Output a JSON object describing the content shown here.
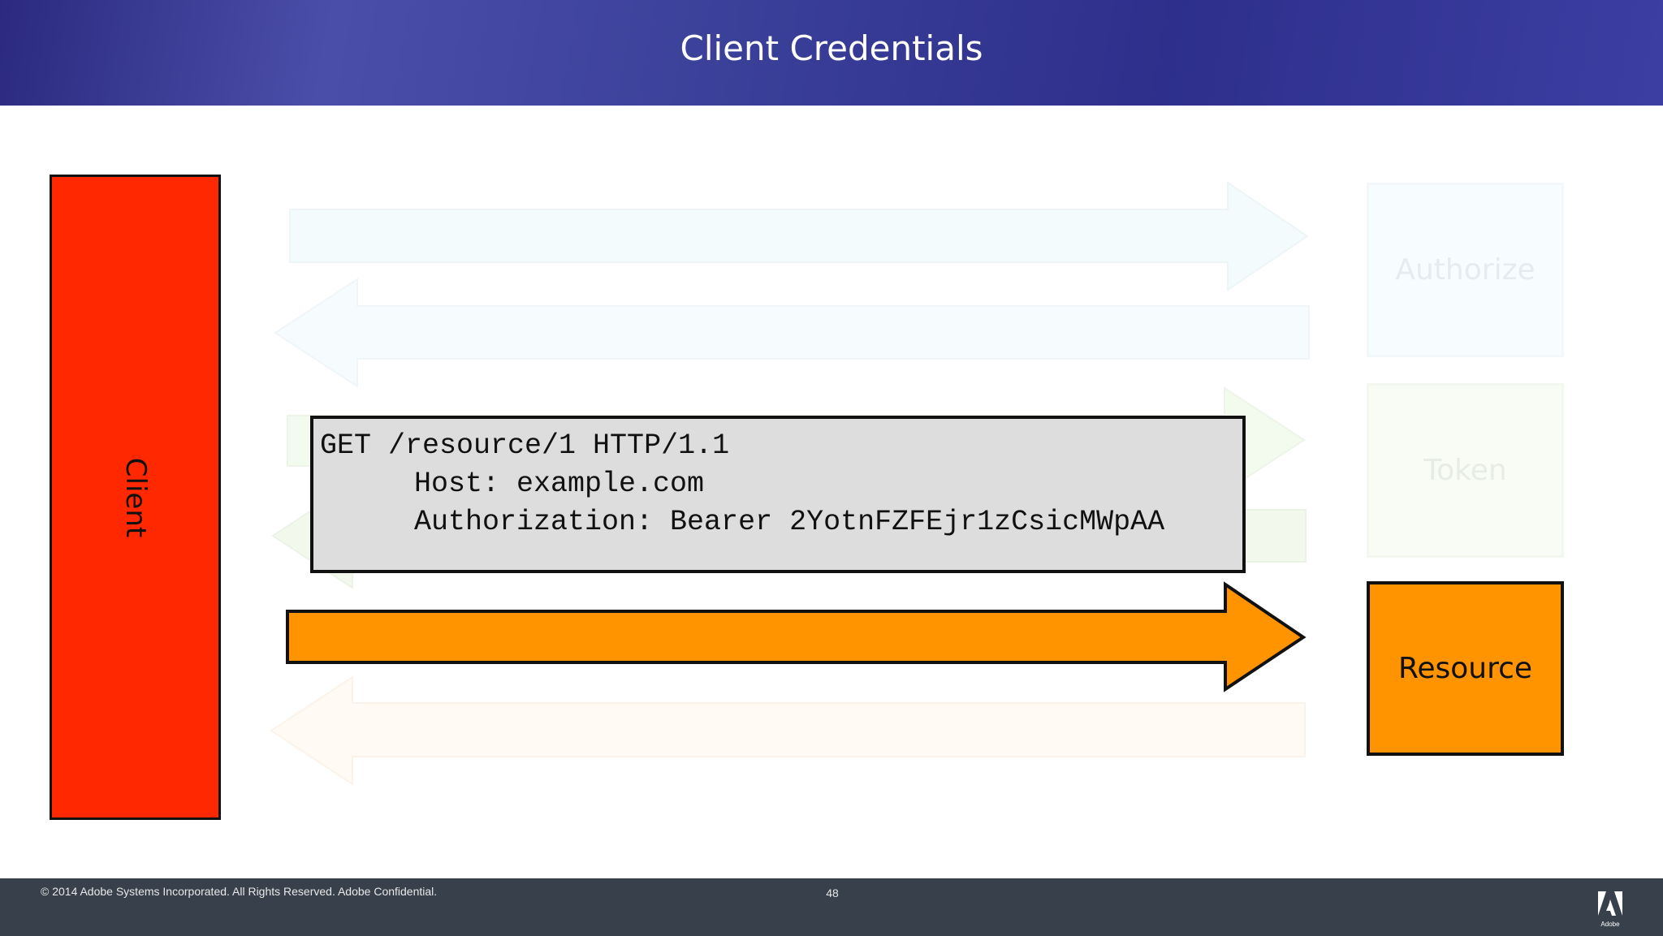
{
  "slide": {
    "title": "Client Credentials",
    "client_label": "Client",
    "authorize_label": "Authorize",
    "token_label": "Token",
    "resource_label": "Resource"
  },
  "request": {
    "line1": "GET /resource/1 HTTP/1.1",
    "line2": "Host: example.com",
    "line3": "Authorization: Bearer 2YotnFZFEjr1zCsicMWpAA"
  },
  "colors": {
    "client": "#ff2800",
    "resource": "#ff9300",
    "header": "#2e2f8c",
    "footer": "#38414b"
  },
  "footer": {
    "copyright": "© 2014 Adobe Systems Incorporated.  All Rights Reserved.  Adobe Confidential.",
    "page_number": "48",
    "logo_text": "Adobe"
  }
}
